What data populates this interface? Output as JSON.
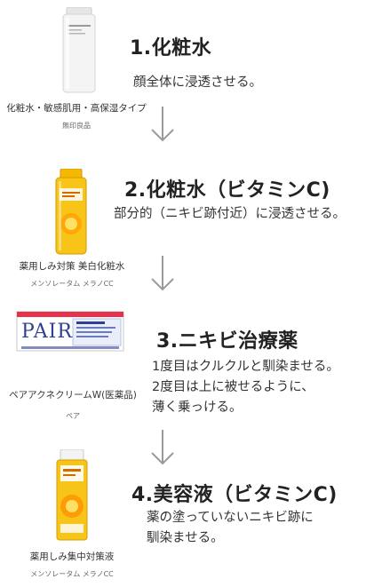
{
  "steps": [
    {
      "title": "1.化粧水",
      "desc": [
        "顔全体に浸透させる。"
      ],
      "product": {
        "name": "化粧水・敏感肌用・高保湿タイプ",
        "brand": "無印良品"
      }
    },
    {
      "title": "2.化粧水（ビタミンC)",
      "desc": [
        "部分的（ニキビ跡付近）に浸透させる。"
      ],
      "product": {
        "name": "薬用しみ対策 美白化粧水",
        "brand": "メンソレータム メラノCC"
      }
    },
    {
      "title": "3.ニキビ治療薬",
      "desc": [
        "1度目はクルクルと馴染ませる。",
        "2度目は上に被せるように、",
        "薄く乗っける。"
      ],
      "product": {
        "name": "ペアアクネクリームW(医薬品)",
        "brand": "ペア",
        "package_text": "PAIR"
      }
    },
    {
      "title": "4.美容液（ビタミンC)",
      "desc": [
        "薬の塗っていないニキビ跡に",
        "馴染ませる。"
      ],
      "product": {
        "name": "薬用しみ集中対策液",
        "brand": "メンソレータム メラノCC"
      }
    }
  ],
  "colors": {
    "arrow": "#9a9a9a",
    "vitamin_yellow": "#f6b800",
    "pair_blue": "#2f3f93"
  }
}
